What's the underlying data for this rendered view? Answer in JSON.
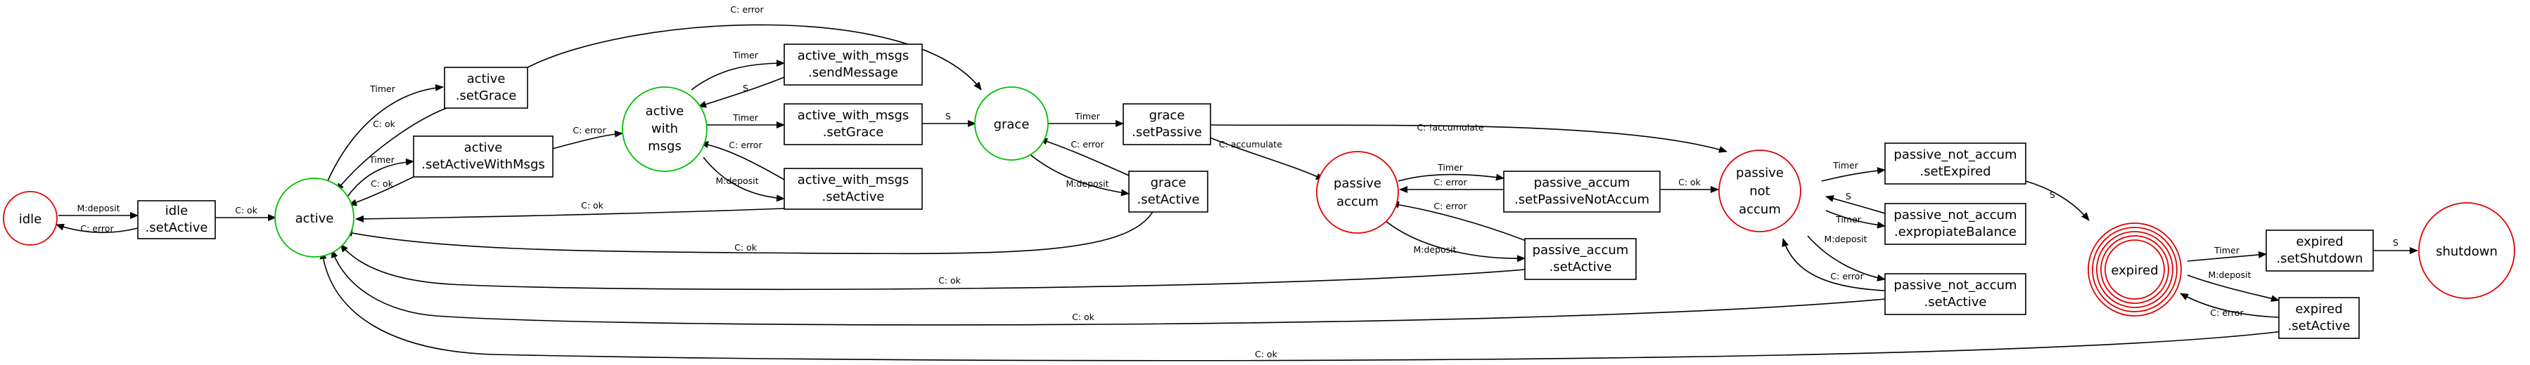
{
  "colors": {
    "start_state": "#e00000",
    "live_state": "#00c000",
    "end_state": "#e00000",
    "edge": "#000000",
    "action_box": "#000000"
  },
  "states": {
    "idle": {
      "lines": [
        "idle"
      ],
      "color": "red"
    },
    "active": {
      "lines": [
        "active"
      ],
      "color": "green"
    },
    "active_with_msgs": {
      "lines": [
        "active",
        "with",
        "msgs"
      ],
      "color": "green"
    },
    "grace": {
      "lines": [
        "grace"
      ],
      "color": "green"
    },
    "passive_accum": {
      "lines": [
        "passive",
        "accum"
      ],
      "color": "red"
    },
    "passive_not_accum": {
      "lines": [
        "passive",
        "not",
        "accum"
      ],
      "color": "red"
    },
    "expired": {
      "lines": [
        "expired"
      ],
      "color": "red"
    },
    "shutdown": {
      "lines": [
        "shutdown"
      ],
      "color": "red"
    }
  },
  "actions": {
    "idle_setActive": {
      "lines": [
        "idle",
        ".setActive"
      ]
    },
    "active_setGrace": {
      "lines": [
        "active",
        ".setGrace"
      ]
    },
    "active_setActiveWithMsgs": {
      "lines": [
        "active",
        ".setActiveWithMsgs"
      ]
    },
    "awm_sendMessage": {
      "lines": [
        "active_with_msgs",
        ".sendMessage"
      ]
    },
    "awm_setGrace": {
      "lines": [
        "active_with_msgs",
        ".setGrace"
      ]
    },
    "awm_setActive": {
      "lines": [
        "active_with_msgs",
        ".setActive"
      ]
    },
    "grace_setPassive": {
      "lines": [
        "grace",
        ".setPassive"
      ]
    },
    "grace_setActive": {
      "lines": [
        "grace",
        ".setActive"
      ]
    },
    "pa_setPassiveNotAccum": {
      "lines": [
        "passive_accum",
        ".setPassiveNotAccum"
      ]
    },
    "pa_setActive": {
      "lines": [
        "passive_accum",
        ".setActive"
      ]
    },
    "pna_setExpired": {
      "lines": [
        "passive_not_accum",
        ".setExpired"
      ]
    },
    "pna_expropiateBalance": {
      "lines": [
        "passive_not_accum",
        ".expropiateBalance"
      ]
    },
    "pna_setActive": {
      "lines": [
        "passive_not_accum",
        ".setActive"
      ]
    },
    "expired_setShutdown": {
      "lines": [
        "expired",
        ".setShutdown"
      ]
    },
    "expired_setActive": {
      "lines": [
        "expired",
        ".setActive"
      ]
    }
  },
  "edge_labels": {
    "idle_to_setActive": "M:deposit",
    "idleSetActive_error": "C: error",
    "idleSetActive_ok": "C: ok",
    "active_timer_grace": "Timer",
    "setGrace_ok": "C: ok",
    "setGrace_error": "C: error",
    "active_timer_awm": "Timer",
    "setAWM_ok": "C: ok",
    "setAWM_error": "C: error",
    "awm_timer_send": "Timer",
    "send_S": "S",
    "awm_timer_grace": "Timer",
    "awmGrace_S": "S",
    "awmSetActive_error": "C: error",
    "awm_deposit": "M:deposit",
    "awmSetActive_ok": "C: ok",
    "grace_timer": "Timer",
    "graceSetPassive_error": "C: error",
    "graceSetPassive_accumulate": "C: accumulate",
    "graceSetPassive_notaccumulate": "C: !accumulate",
    "grace_deposit": "M:deposit",
    "graceSetActive_ok": "C: ok",
    "pa_timer": "Timer",
    "paNotAccum_error": "C: error",
    "paNotAccum_ok": "C: ok",
    "pa_deposit": "M:deposit",
    "paSetActive_error": "C: error",
    "paSetActive_ok": "C: ok",
    "pna_timer_expired": "Timer",
    "pnaExpired_S": "S",
    "pna_timer_exprop": "Timer",
    "exprop_S": "S",
    "pna_deposit": "M:deposit",
    "pnaSetActive_error": "C: error",
    "pnaSetActive_ok": "C: ok",
    "expired_timer": "Timer",
    "shutdown_S": "S",
    "expired_deposit": "M:deposit",
    "expiredSetActive_error": "C: error",
    "expiredSetActive_ok": "C: ok"
  }
}
